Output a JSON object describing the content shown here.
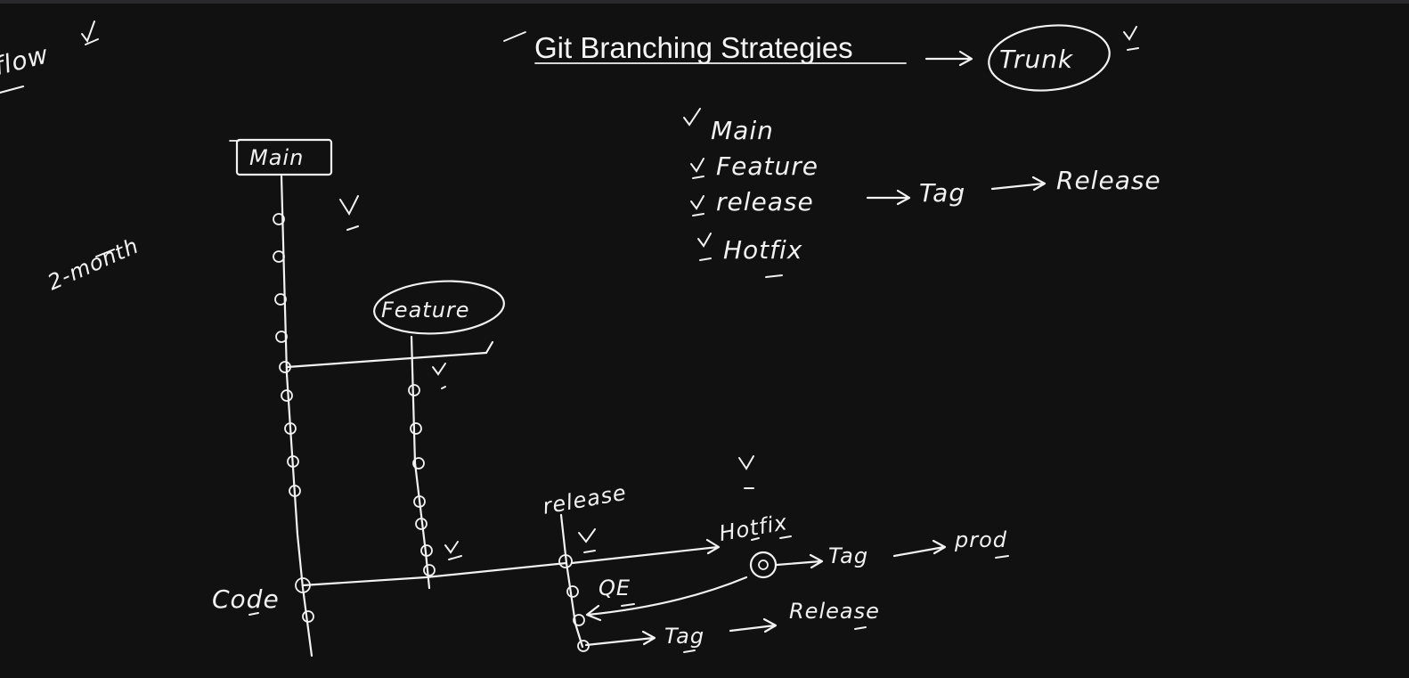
{
  "title": "Git Branching Strategies",
  "top_left_text": "flow",
  "trunk_label": "Trunk",
  "main_box_label": "Main",
  "feature_bubble_label": "Feature",
  "duration_note": "2-month",
  "code_label": "Code",
  "release_label": "release",
  "hotfix_label": "Hotfix",
  "qe_label": "QE",
  "hotfix_tag_label": "Tag",
  "prod_label": "prod",
  "release_tag_label": "Tag",
  "release_result_label": "Release",
  "branch_list": {
    "main": "Main",
    "feature": "Feature",
    "release": "release",
    "tag": "Tag",
    "release_result": "Release",
    "hotfix": "Hotfix"
  }
}
